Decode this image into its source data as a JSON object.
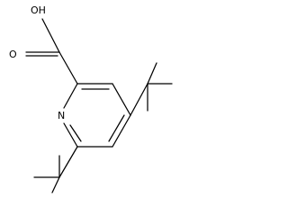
{
  "molecule": {
    "atom_labels": {
      "hydroxyl": "OH",
      "carbonyl_oxygen": "O",
      "ring_nitrogen": "N"
    },
    "line_color": "#000000",
    "background_color": "#ffffff"
  }
}
